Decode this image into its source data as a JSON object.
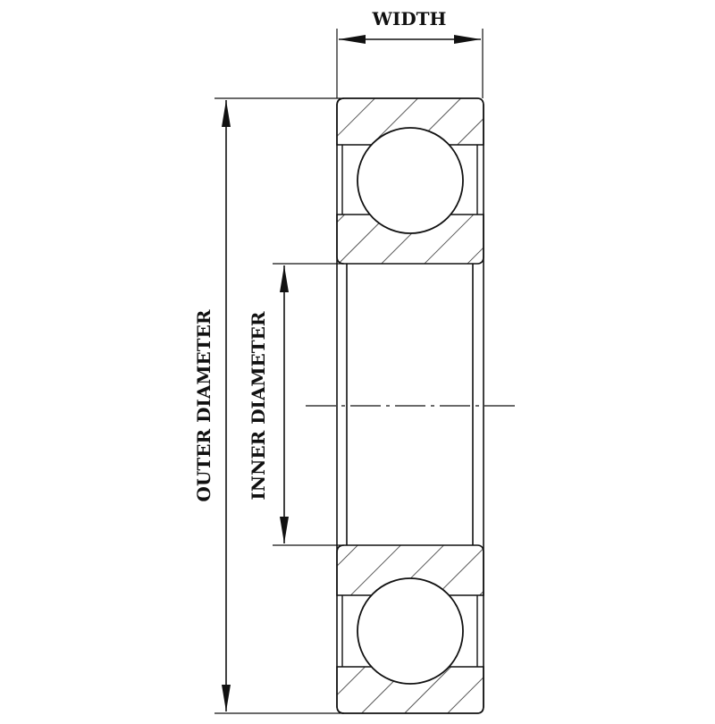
{
  "labels": {
    "width": "WIDTH",
    "outer_diameter": "OUTER DIAMETER",
    "inner_diameter": "INNER DIAMETER"
  },
  "colors": {
    "stroke": "#111111",
    "background": "#ffffff"
  }
}
